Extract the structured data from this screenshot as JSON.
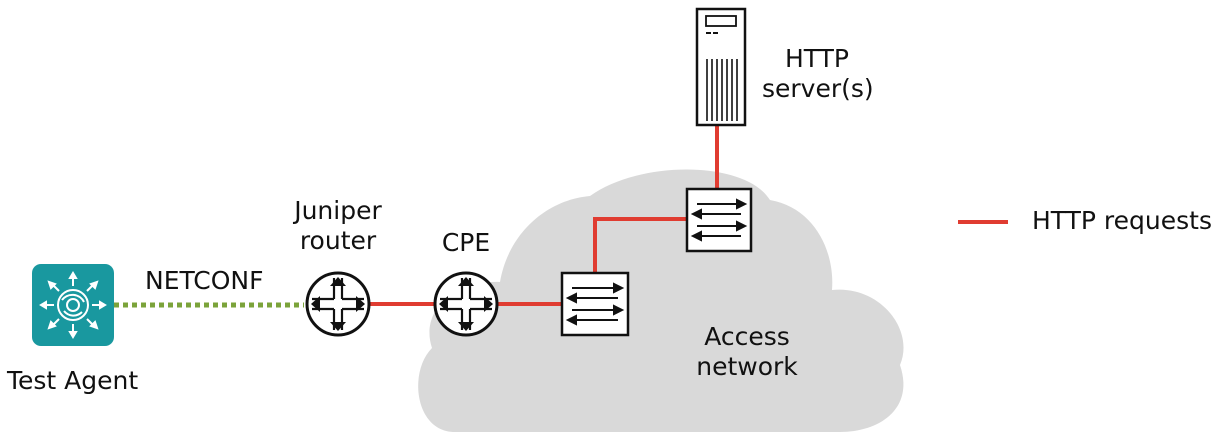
{
  "labels": {
    "test_agent": "Test Agent",
    "netconf": "NETCONF",
    "juniper_router_line1": "Juniper",
    "juniper_router_line2": "router",
    "cpe": "CPE",
    "http_server_line1": "HTTP",
    "http_server_line2": "server(s)",
    "access_network_line1": "Access",
    "access_network_line2": "network"
  },
  "legend": {
    "http_requests": "HTTP requests"
  },
  "colors": {
    "http_line": "#e03c31",
    "netconf_line": "#7ba33a",
    "cloud": "#d9d9d9",
    "test_agent": "#19989f"
  },
  "icons": {
    "test_agent": "test-agent-icon",
    "router": "router-icon",
    "switch": "switch-icon",
    "server": "server-icon",
    "cloud": "cloud-icon"
  }
}
